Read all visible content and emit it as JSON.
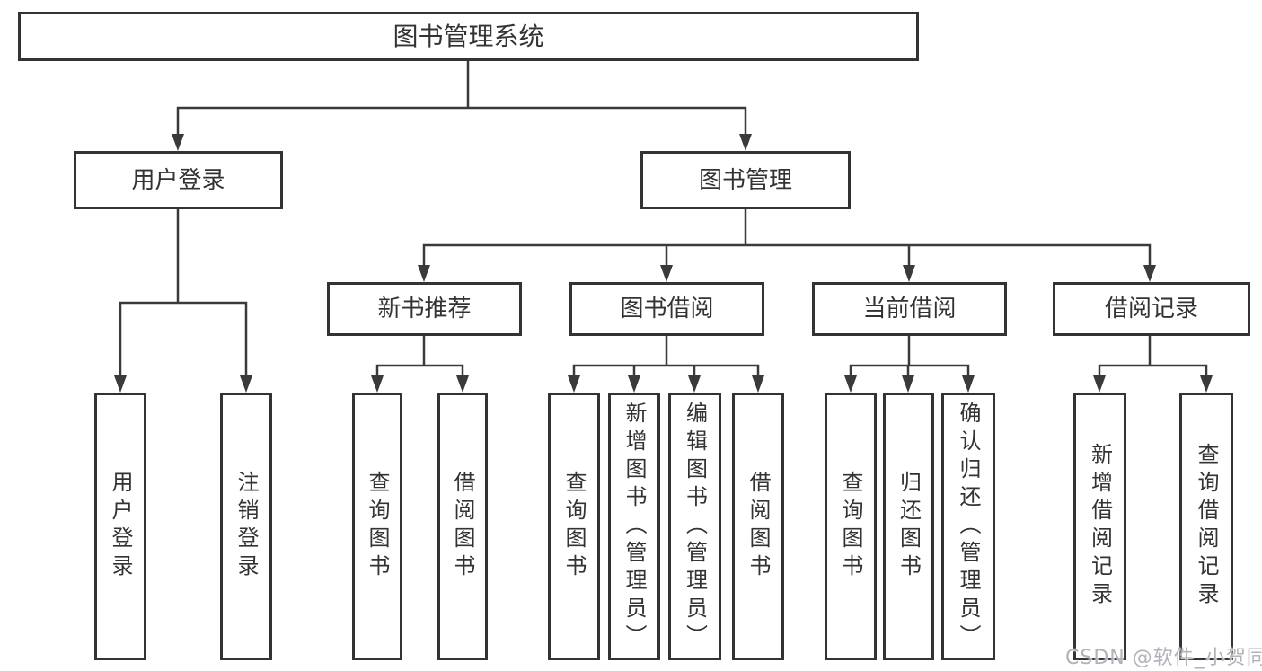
{
  "tree": {
    "root": {
      "label": "图书管理系统"
    },
    "branches": [
      {
        "label": "用户登录",
        "children": [
          {
            "label": "用户登录"
          },
          {
            "label": "注销登录"
          }
        ]
      },
      {
        "label": "图书管理",
        "children": [
          {
            "label": "新书推荐",
            "children": [
              {
                "label": "查询图书"
              },
              {
                "label": "借阅图书"
              }
            ]
          },
          {
            "label": "图书借阅",
            "children": [
              {
                "label": "查询图书"
              },
              {
                "label": "新增图书（管理员）"
              },
              {
                "label": "编辑图书（管理员）"
              },
              {
                "label": "借阅图书"
              }
            ]
          },
          {
            "label": "当前借阅",
            "children": [
              {
                "label": "查询图书"
              },
              {
                "label": "归还图书"
              },
              {
                "label": "确认归还（管理员）"
              }
            ]
          },
          {
            "label": "借阅记录",
            "children": [
              {
                "label": "新增借阅记录"
              },
              {
                "label": "查询借阅记录"
              }
            ]
          }
        ]
      }
    ]
  },
  "watermark": {
    "text": "CSDN @软件_小贺同学"
  },
  "colors": {
    "line_color": "#3a3a3a",
    "border_color": "#333333",
    "text_color": "#333333",
    "background": "#ffffff",
    "watermark_color": "#b0b3ba"
  }
}
